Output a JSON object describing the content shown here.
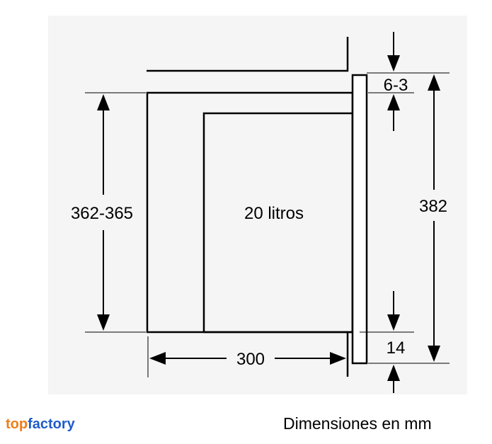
{
  "diagram": {
    "background": "#ffffff",
    "line_color": "#000000",
    "label_volume": "20 litros",
    "label_height_cavity": "362-365",
    "label_depth": "300",
    "label_total_height": "382",
    "label_top_gap": "6-3",
    "label_bottom_gap": "14"
  },
  "footer": {
    "logo_top": "top",
    "logo_factory": "factory",
    "logo_top_color": "#f07d1a",
    "logo_factory_color": "#1e5cc8",
    "caption": "Dimensiones en mm"
  }
}
